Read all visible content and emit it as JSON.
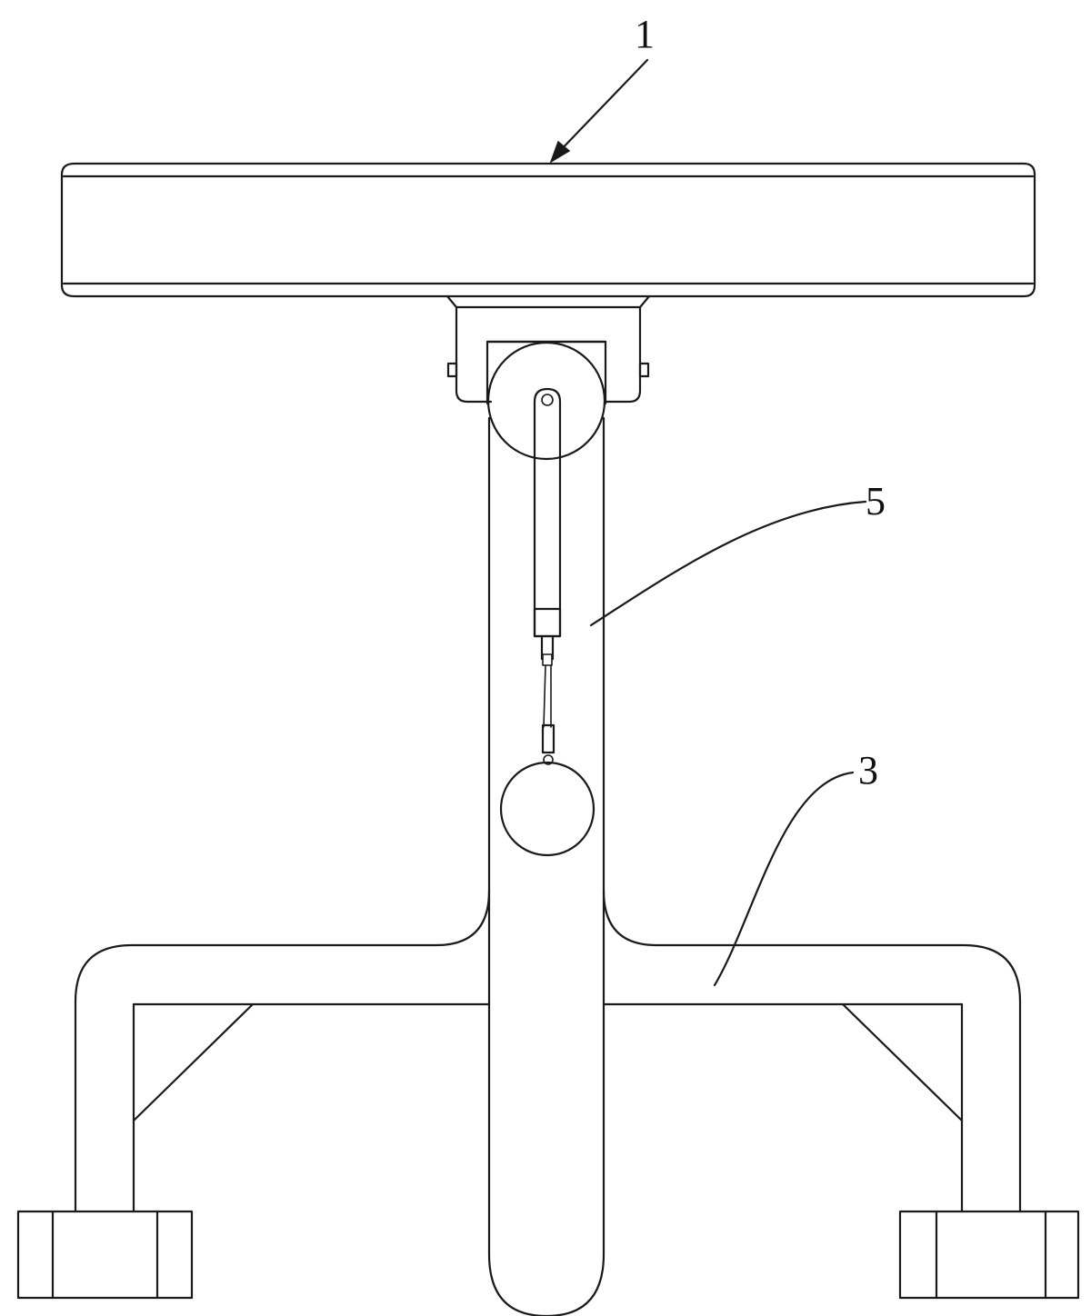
{
  "callouts": {
    "label_1": "1",
    "label_5": "5",
    "label_3": "3"
  },
  "colors": {
    "line": "#1a1a1a",
    "background": "#ffffff"
  }
}
